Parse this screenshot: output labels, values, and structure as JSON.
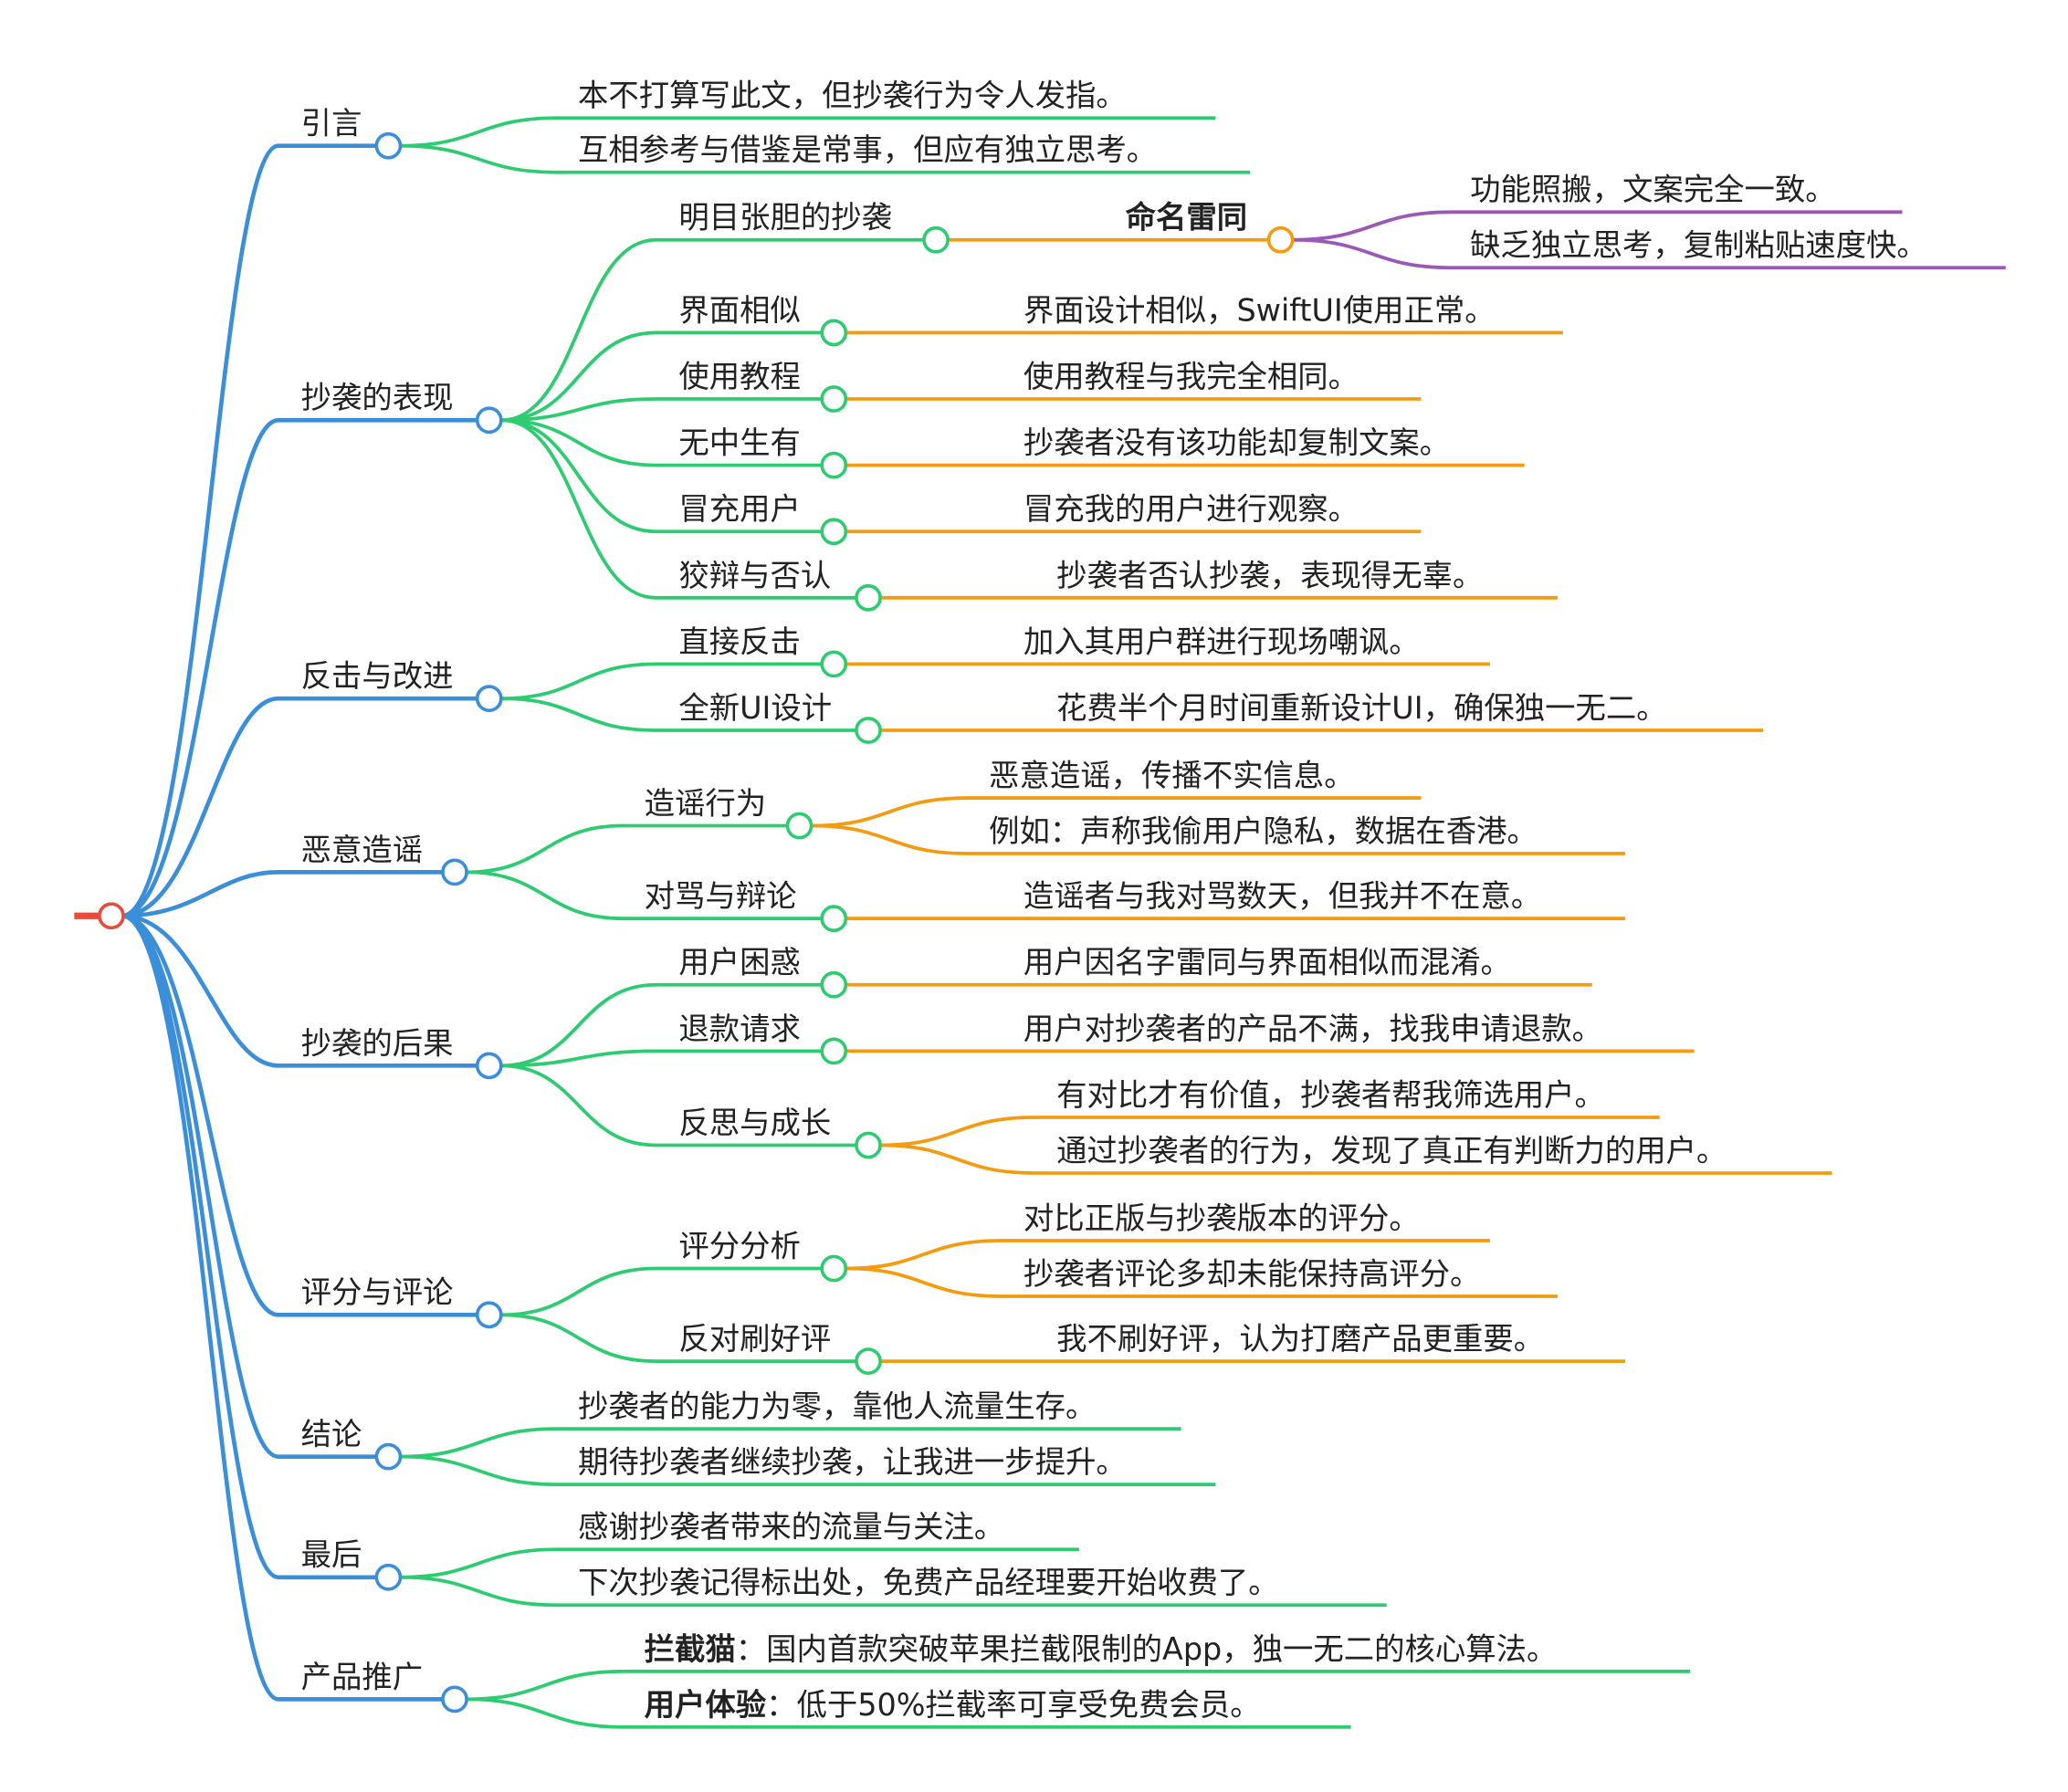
{
  "colors": {
    "root": "#e74c3c",
    "level1": "#3b8fd9",
    "level2": "#2ecc71",
    "level3": "#f39c12",
    "level4": "#9b59b6"
  },
  "root": {
    "children": [
      {
        "label": "引言",
        "children": [
          {
            "label": "本不打算写此文，但抄袭行为令人发指。"
          },
          {
            "label": "互相参考与借鉴是常事，但应有独立思考。"
          }
        ]
      },
      {
        "label": "抄袭的表现",
        "children": [
          {
            "label": "明目张胆的抄袭",
            "children": [
              {
                "label": "命名雷同",
                "bold": true,
                "children": [
                  {
                    "label": "功能照搬，文案完全一致。"
                  },
                  {
                    "label": "缺乏独立思考，复制粘贴速度快。"
                  }
                ]
              }
            ]
          },
          {
            "label": "界面相似",
            "children": [
              {
                "label": "界面设计相似，SwiftUI使用正常。"
              }
            ]
          },
          {
            "label": "使用教程",
            "children": [
              {
                "label": "使用教程与我完全相同。"
              }
            ]
          },
          {
            "label": "无中生有",
            "children": [
              {
                "label": "抄袭者没有该功能却复制文案。"
              }
            ]
          },
          {
            "label": "冒充用户",
            "children": [
              {
                "label": "冒充我的用户进行观察。"
              }
            ]
          },
          {
            "label": "狡辩与否认",
            "children": [
              {
                "label": "抄袭者否认抄袭，表现得无辜。"
              }
            ]
          }
        ]
      },
      {
        "label": "反击与改进",
        "children": [
          {
            "label": "直接反击",
            "children": [
              {
                "label": "加入其用户群进行现场嘲讽。"
              }
            ]
          },
          {
            "label": "全新UI设计",
            "children": [
              {
                "label": "花费半个月时间重新设计UI，确保独一无二。"
              }
            ]
          }
        ]
      },
      {
        "label": "恶意造谣",
        "children": [
          {
            "label": "造谣行为",
            "children": [
              {
                "label": "恶意造谣，传播不实信息。"
              },
              {
                "label": "例如：声称我偷用户隐私，数据在香港。"
              }
            ]
          },
          {
            "label": "对骂与辩论",
            "children": [
              {
                "label": "造谣者与我对骂数天，但我并不在意。"
              }
            ]
          }
        ]
      },
      {
        "label": "抄袭的后果",
        "children": [
          {
            "label": "用户困惑",
            "children": [
              {
                "label": "用户因名字雷同与界面相似而混淆。"
              }
            ]
          },
          {
            "label": "退款请求",
            "children": [
              {
                "label": "用户对抄袭者的产品不满，找我申请退款。"
              }
            ]
          },
          {
            "label": "反思与成长",
            "children": [
              {
                "label": "有对比才有价值，抄袭者帮我筛选用户。"
              },
              {
                "label": "通过抄袭者的行为，发现了真正有判断力的用户。"
              }
            ]
          }
        ]
      },
      {
        "label": "评分与评论",
        "children": [
          {
            "label": "评分分析",
            "children": [
              {
                "label": "对比正版与抄袭版本的评分。"
              },
              {
                "label": "抄袭者评论多却未能保持高评分。"
              }
            ]
          },
          {
            "label": "反对刷好评",
            "children": [
              {
                "label": "我不刷好评，认为打磨产品更重要。"
              }
            ]
          }
        ]
      },
      {
        "label": "结论",
        "children": [
          {
            "label": "抄袭者的能力为零，靠他人流量生存。"
          },
          {
            "label": "期待抄袭者继续抄袭，让我进一步提升。"
          }
        ]
      },
      {
        "label": "最后",
        "children": [
          {
            "label": "感谢抄袭者带来的流量与关注。"
          },
          {
            "label": "下次抄袭记得标出处，免费产品经理要开始收费了。"
          }
        ]
      },
      {
        "label": "产品推广",
        "children": [
          {
            "prefix": "拦截猫",
            "label": "：国内首款突破苹果拦截限制的App，独一无二的核心算法。"
          },
          {
            "prefix": "用户体验",
            "label": "：低于50%拦截率可享受免费会员。"
          }
        ]
      }
    ]
  }
}
